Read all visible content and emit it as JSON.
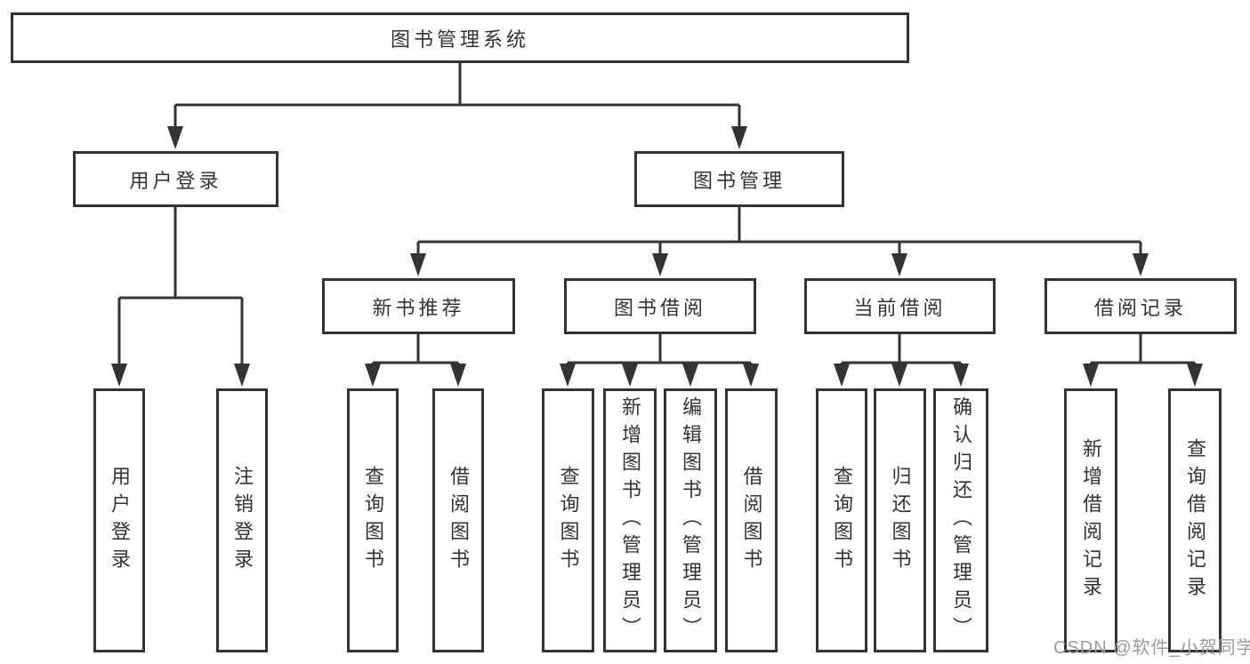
{
  "diagram": {
    "root": {
      "label": "图书管理系统"
    },
    "level2": [
      {
        "label": "用户登录"
      },
      {
        "label": "图书管理"
      }
    ],
    "level3": [
      {
        "label": "新书推荐",
        "parent": "图书管理"
      },
      {
        "label": "图书借阅",
        "parent": "图书管理"
      },
      {
        "label": "当前借阅",
        "parent": "图书管理"
      },
      {
        "label": "借阅记录",
        "parent": "图书管理"
      }
    ],
    "leaves": [
      {
        "label": "用户登录",
        "parent": "用户登录"
      },
      {
        "label": "注销登录",
        "parent": "用户登录"
      },
      {
        "label": "查询图书",
        "parent": "新书推荐"
      },
      {
        "label": "借阅图书",
        "parent": "新书推荐"
      },
      {
        "label": "查询图书",
        "parent": "图书借阅"
      },
      {
        "label": "新增图书（管理员）",
        "parent": "图书借阅"
      },
      {
        "label": "编辑图书（管理员）",
        "parent": "图书借阅"
      },
      {
        "label": "借阅图书",
        "parent": "图书借阅"
      },
      {
        "label": "查询图书",
        "parent": "当前借阅"
      },
      {
        "label": "归还图书",
        "parent": "当前借阅"
      },
      {
        "label": "确认归还（管理员）",
        "parent": "当前借阅"
      },
      {
        "label": "新增借阅记录",
        "parent": "借阅记录"
      },
      {
        "label": "查询借阅记录",
        "parent": "借阅记录"
      }
    ]
  },
  "watermark": "CSDN @软件_小贺同学",
  "colors": {
    "line": "#333333",
    "box_border": "#333333",
    "text": "#333333",
    "watermark": "#9b9b9b",
    "background": "#ffffff"
  }
}
